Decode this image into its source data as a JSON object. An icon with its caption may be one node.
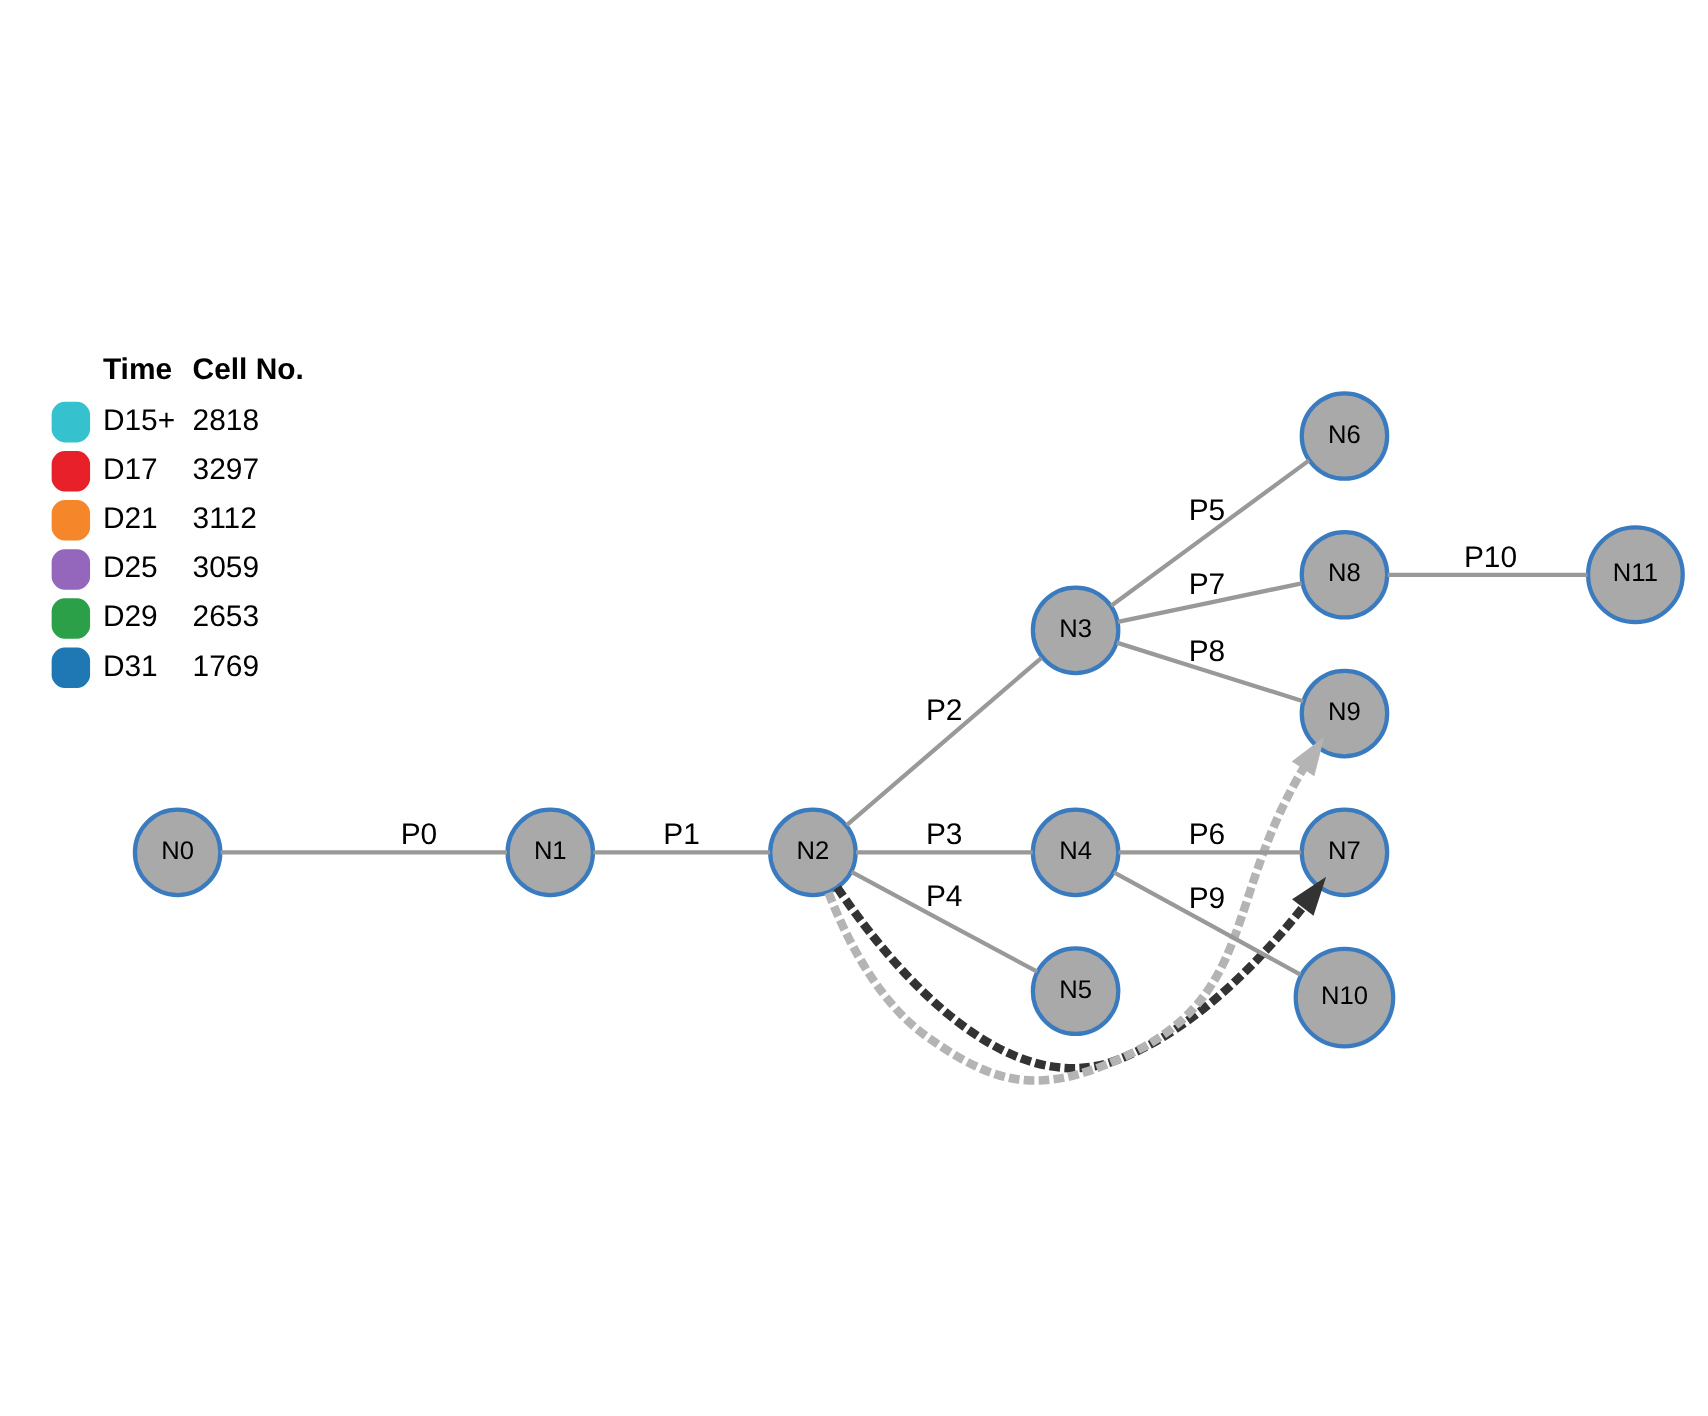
{
  "diagram": {
    "nodes": [
      {
        "text": [
          "N0"
        ]
      },
      {
        "text": [
          "N1"
        ]
      },
      {
        "text": [
          "N2"
        ]
      },
      {
        "text": [
          "N3"
        ]
      },
      {
        "text": [
          "N4"
        ]
      },
      {
        "text": [
          "N5"
        ]
      },
      {
        "text": [
          "N6"
        ]
      },
      {
        "text": [
          "N7"
        ]
      },
      {
        "text": [
          "N8"
        ]
      },
      {
        "text": [
          "N9"
        ]
      },
      {
        "text": [
          "N10"
        ]
      },
      {
        "text": [
          "N11"
        ]
      }
    ],
    "edges": [
      {
        "from": 0,
        "to": 1,
        "arrow": "none",
        "label": "P0"
      },
      {
        "from": 1,
        "to": 2,
        "arrow": "none",
        "label": "P1"
      },
      {
        "from": 2,
        "to": 3,
        "arrow": "none",
        "label": "P2"
      },
      {
        "from": 2,
        "to": 4,
        "arrow": "none",
        "label": "P3"
      },
      {
        "from": 2,
        "to": 5,
        "arrow": "none",
        "label": "P4"
      },
      {
        "from": 3,
        "to": 6,
        "arrow": "none",
        "label": "P5"
      },
      {
        "from": 4,
        "to": 7,
        "arrow": "none",
        "label": "P6"
      },
      {
        "from": 3,
        "to": 8,
        "arrow": "none",
        "label": "P7"
      },
      {
        "from": 3,
        "to": 9,
        "arrow": "none",
        "label": "P8"
      },
      {
        "from": 4,
        "to": 10,
        "arrow": "none",
        "label": "P9"
      },
      {
        "from": 8,
        "to": 11,
        "arrow": "none",
        "label": "P10"
      },
      {
        "from": 2,
        "to": 9,
        "arrow": "to",
        "style": "dashed",
        "color": "#b4b4b4"
      },
      {
        "from": 2,
        "to": 7,
        "arrow": "to",
        "style": "dashed",
        "color": "#333333"
      }
    ],
    "labels": [
      "Time",
      "Cell No.",
      "2818",
      "3297",
      "3112",
      "3059",
      "2653",
      "1769"
    ],
    "legend": [
      {
        "text": "D15+",
        "color": "#35c1cd"
      },
      {
        "text": "D17",
        "color": "#e8202a"
      },
      {
        "text": "D21",
        "color": "#f5862a"
      },
      {
        "text": "D25",
        "color": "#9467bd"
      },
      {
        "text": "D29",
        "color": "#2ca048"
      },
      {
        "text": "D31",
        "color": "#1f77b4"
      }
    ]
  }
}
